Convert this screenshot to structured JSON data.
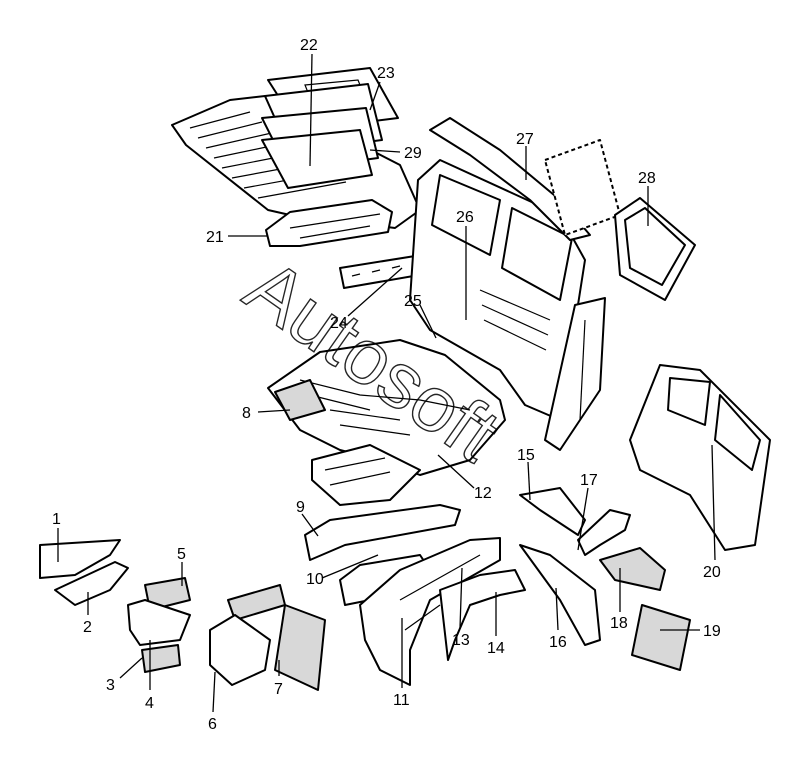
{
  "callouts": [
    "1",
    "2",
    "3",
    "4",
    "5",
    "6",
    "7",
    "8",
    "9",
    "10",
    "11",
    "12",
    "13",
    "14",
    "15",
    "16",
    "17",
    "18",
    "19",
    "20",
    "21",
    "22",
    "23",
    "24",
    "25",
    "26",
    "27",
    "28",
    "29"
  ],
  "watermark": "Autosoft"
}
